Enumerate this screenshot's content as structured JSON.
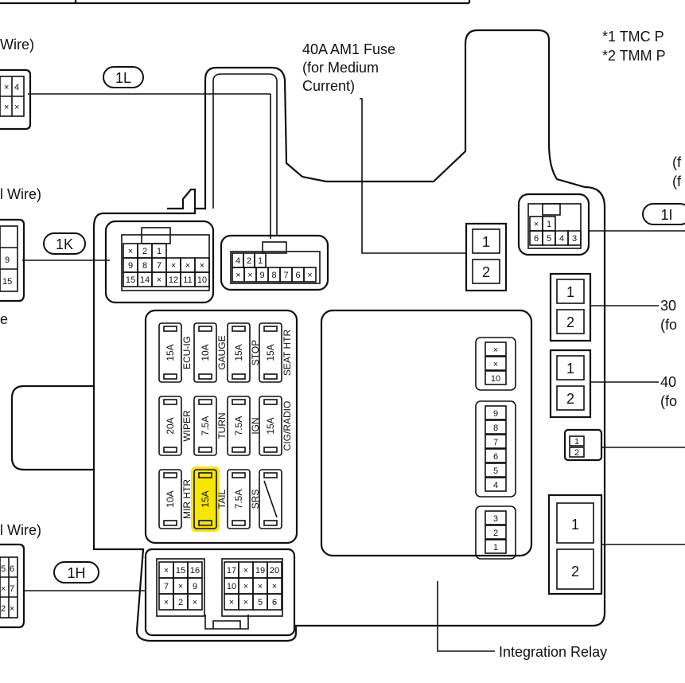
{
  "notes": [
    "*1 TMC P",
    "*2 TMM P"
  ],
  "callouts": {
    "am1_fuse": [
      "40A AM1 Fuse",
      "(for Medium",
      "Current)"
    ],
    "integration_relay": "Integration Relay",
    "right_f1": "(f",
    "right_f2": "(f",
    "right_30": "30",
    "right_30_for": "(fo",
    "right_40": "40",
    "right_40_for": "(fo",
    "left_wire_1": "Wire)",
    "left_wire_2": "l Wire)",
    "left_wire_3": "l Wire)",
    "left_e": "e"
  },
  "connectors": {
    "c1L": {
      "tag": "1L",
      "pins": [
        "4",
        "2",
        "1",
        "×",
        "×",
        "9",
        "8",
        "7",
        "6",
        "×"
      ]
    },
    "c1K": {
      "tag": "1K",
      "pins": [
        "×",
        "2",
        "1",
        "9",
        "8",
        "7",
        "×",
        "×",
        "×",
        "15",
        "14",
        "×",
        "12",
        "11",
        "10"
      ]
    },
    "c1I": {
      "tag": "1I",
      "pins": [
        "×",
        "1",
        "6",
        "5",
        "4",
        "3"
      ]
    },
    "c1H": {
      "tag": "1H",
      "pins_a": [
        "×",
        "15",
        "16",
        "7",
        "×",
        "9",
        "×",
        "2",
        "×"
      ],
      "pins_b": [
        "17",
        "×",
        "19",
        "20",
        "10",
        "×",
        "×",
        "×",
        "×",
        "×",
        "5",
        "6"
      ]
    },
    "left_partial_1": [
      "×",
      "4",
      "×",
      "×"
    ],
    "left_partial_2": [
      "9",
      "15"
    ],
    "left_partial_3": [
      "5",
      "6",
      "×",
      "7",
      "2",
      "×"
    ],
    "relay_small": [
      "1",
      "2"
    ]
  },
  "fuses": [
    {
      "amp": "15A",
      "name": "ECU-IG"
    },
    {
      "amp": "10A",
      "name": "GAUGE"
    },
    {
      "amp": "15A",
      "name": "STOP"
    },
    {
      "amp": "15A",
      "name": "SEAT HTR"
    },
    {
      "amp": "20A",
      "name": "WIPER"
    },
    {
      "amp": "7.5A",
      "name": "TURN"
    },
    {
      "amp": "7.5A",
      "name": "IGN"
    },
    {
      "amp": "15A",
      "name": "CIG/RADIO"
    },
    {
      "amp": "10A",
      "name": "MIR HTR"
    },
    {
      "amp": "15A",
      "name": "TAIL",
      "highlight": true
    },
    {
      "amp": "7.5A",
      "name": "SRS"
    },
    {
      "amp": "",
      "name": ""
    }
  ],
  "relay_pins": [
    "×",
    "×",
    "10",
    "9",
    "8",
    "7",
    "6",
    "5",
    "4",
    "3",
    "2",
    "1"
  ],
  "relay_boxes": [
    "1",
    "2"
  ],
  "highlight_color": "#f7e600"
}
